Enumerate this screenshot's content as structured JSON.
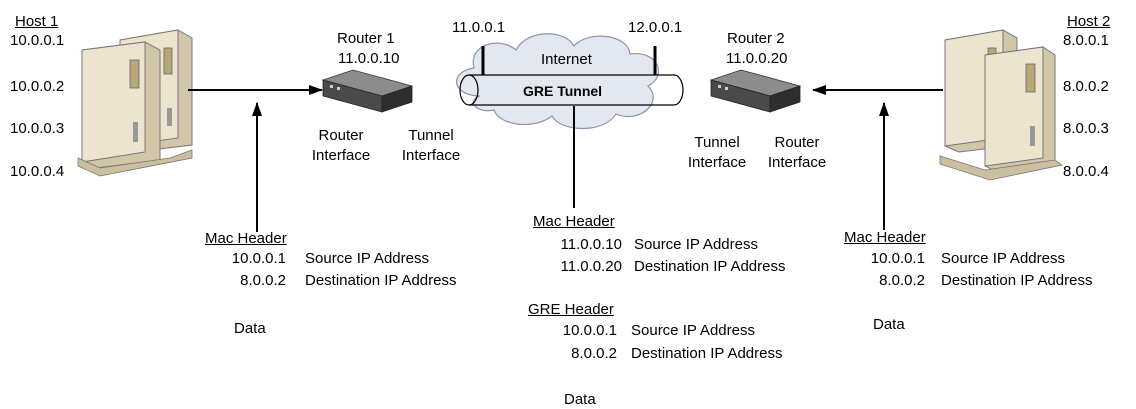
{
  "host1": {
    "title": "Host 1",
    "ips": [
      "10.0.0.1",
      "10.0.0.2",
      "10.0.0.3",
      "10.0.0.4"
    ]
  },
  "host2": {
    "title": "Host 2",
    "ips": [
      "8.0.0.1",
      "8.0.0.2",
      "8.0.0.3",
      "8.0.0.4"
    ]
  },
  "router1": {
    "name": "Router 1",
    "ip": "11.0.0.10",
    "router_interface": [
      "Router",
      "Interface"
    ],
    "tunnel_interface": [
      "Tunnel",
      "Interface"
    ]
  },
  "router2": {
    "name": "Router 2",
    "ip": "11.0.0.20",
    "tunnel_interface": [
      "Tunnel",
      "Interface"
    ],
    "router_interface": [
      "Router",
      "Interface"
    ]
  },
  "internet": {
    "label": "Internet",
    "tunnel_label": "GRE Tunnel",
    "left_endpoint_ip": "11.0.0.1",
    "right_endpoint_ip": "12.0.0.1"
  },
  "packet_left": {
    "header": "Mac Header",
    "rows": [
      {
        "ip": "10.0.0.1",
        "label": "Source IP Address"
      },
      {
        "ip": "8.0.0.2",
        "label": "Destination IP Address"
      }
    ],
    "data": "Data"
  },
  "packet_center": {
    "outer_header": "Mac Header",
    "outer_rows": [
      {
        "ip": "11.0.0.10",
        "label": "Source IP Address"
      },
      {
        "ip": "11.0.0.20",
        "label": "Destination IP Address"
      }
    ],
    "gre_header": "GRE Header",
    "gre_rows": [
      {
        "ip": "10.0.0.1",
        "label": "Source IP Address"
      },
      {
        "ip": "8.0.0.2",
        "label": "Destination IP Address"
      }
    ],
    "data": "Data"
  },
  "packet_right": {
    "header": "Mac Header",
    "rows": [
      {
        "ip": "10.0.0.1",
        "label": "Source IP Address"
      },
      {
        "ip": "8.0.0.2",
        "label": "Destination IP Address"
      }
    ],
    "data": "Data"
  },
  "colors": {
    "ink": "#000000",
    "computer_case": "#ece4cf",
    "computer_shade": "#d2c6a8",
    "router_body": "#4a4a4a",
    "cloud_fill": "#e2e7f0",
    "cloud_stroke": "#8b96ad"
  }
}
